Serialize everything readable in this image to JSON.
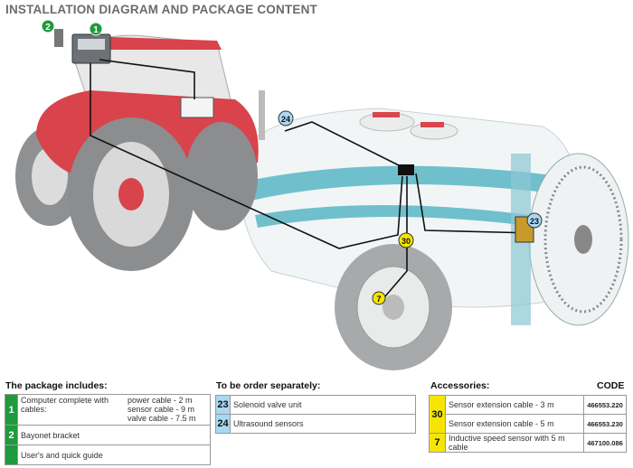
{
  "title": "INSTALLATION DIAGRAM AND PACKAGE CONTENT",
  "callouts": {
    "c1": "1",
    "c2": "2",
    "c23": "23",
    "c24": "24",
    "c30": "30",
    "c7": "7"
  },
  "package": {
    "header": "The package includes:",
    "rows": [
      {
        "num": "1",
        "label": "Computer complete with cables:",
        "details": [
          "power cable - 2 m",
          "sensor cable - 9 m",
          "valve cable - 7.5 m"
        ]
      },
      {
        "num": "2",
        "label": "Bayonet bracket"
      },
      {
        "num": "",
        "label": "User's and quick guide"
      }
    ]
  },
  "separately": {
    "header": "To be order separately:",
    "rows": [
      {
        "num": "23",
        "label": "Solenoid valve unit"
      },
      {
        "num": "24",
        "label": "Ultrasound sensors"
      }
    ]
  },
  "accessories": {
    "header": "Accessories:",
    "code_header": "CODE",
    "rows": [
      {
        "num": "30",
        "label": "Sensor extension cable - 3 m",
        "code": "466553.220"
      },
      {
        "num": "",
        "label": "Sensor extension cable - 5 m",
        "code": "466553.230"
      },
      {
        "num": "7",
        "label": "Inductive speed sensor with 5 m cable",
        "code": "467100.086"
      }
    ]
  },
  "colors": {
    "green": "#1f9a3c",
    "blue": "#a9d8f2",
    "yellow": "#f6e500",
    "tractor": "#d9434b",
    "teal": "#5fb8c4"
  }
}
